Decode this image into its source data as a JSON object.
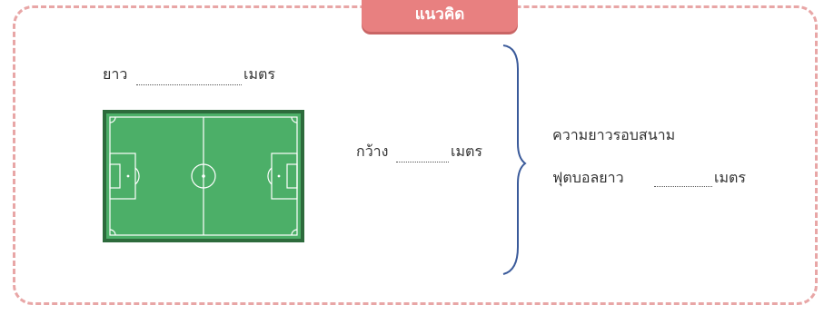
{
  "title": "แนวคิด",
  "labels": {
    "length_prefix": "ยาว",
    "length_unit": "เมตร",
    "width_prefix": "กว้าง",
    "width_unit": "เมตร",
    "perimeter_line1": "ความยาวรอบสนาม",
    "perimeter_line2_prefix": "ฟุตบอลยาว",
    "perimeter_unit": "เมตร"
  },
  "colors": {
    "frame_border": "#e8a6a6",
    "title_tab": "#e88080",
    "field_green": "#4caf68",
    "brace": "#3a5a9a"
  },
  "icons": {
    "field": "soccer-field-icon",
    "brace": "curly-brace-icon"
  }
}
